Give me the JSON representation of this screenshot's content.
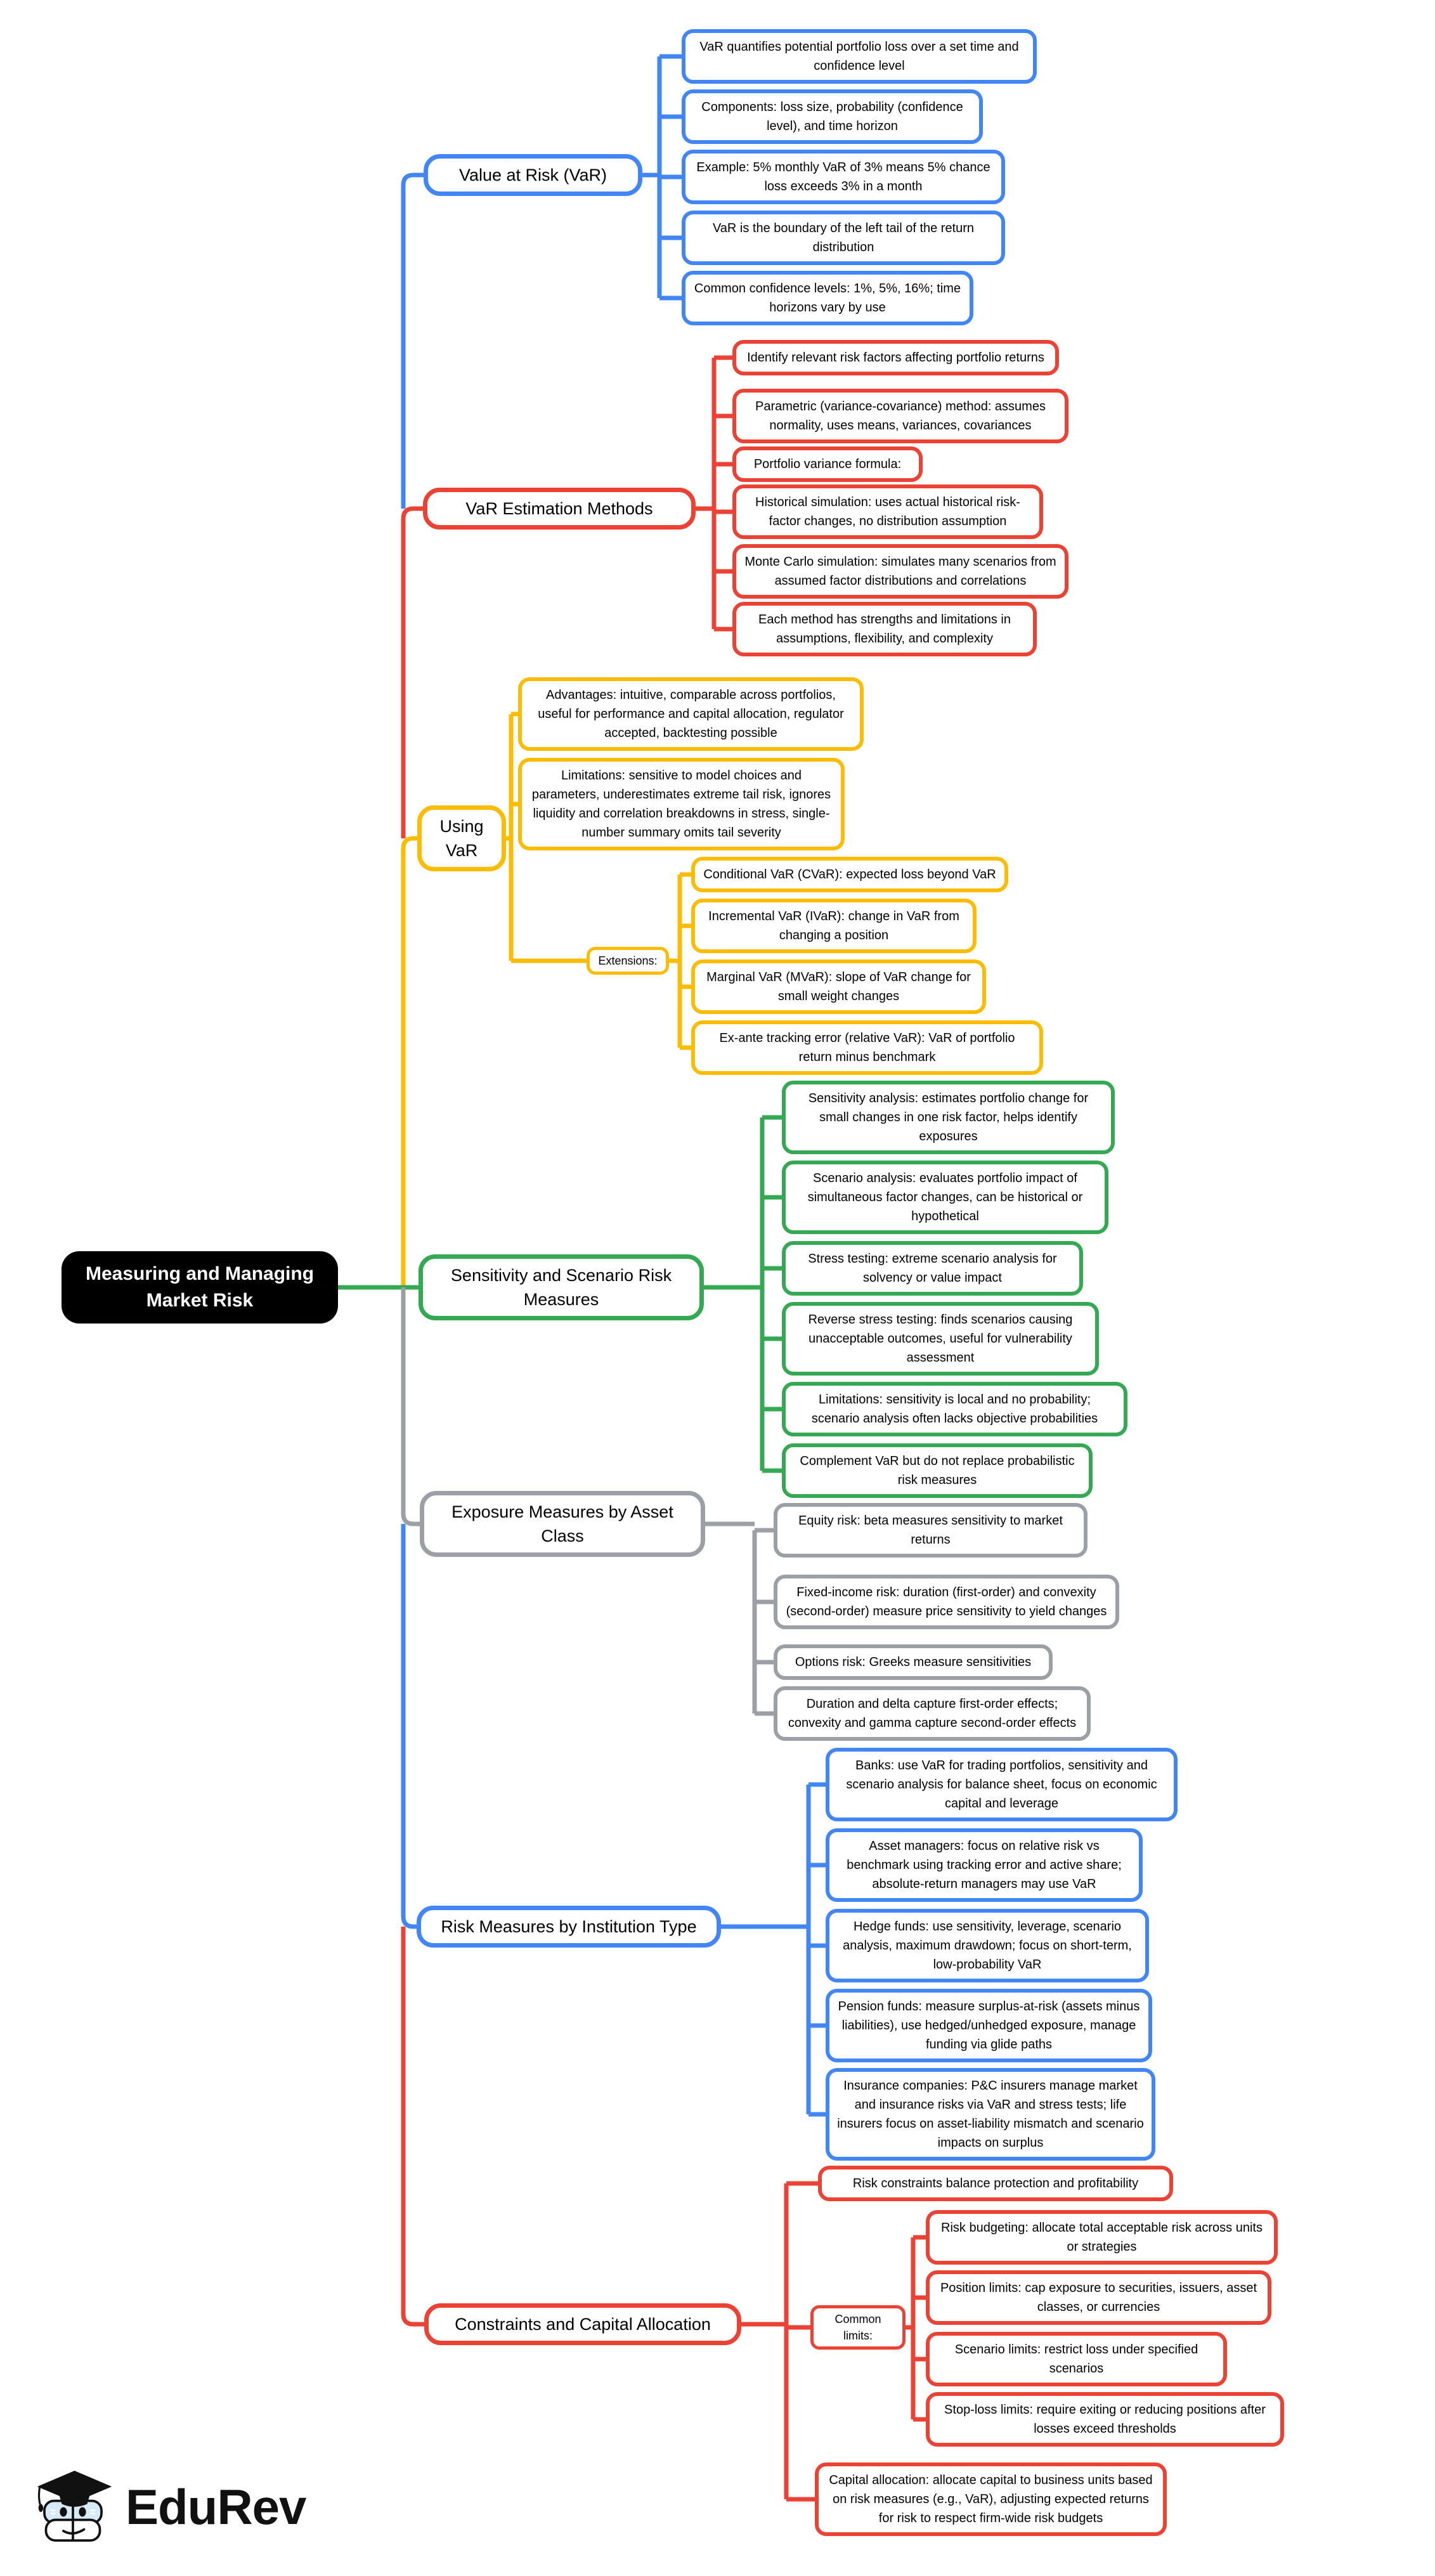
{
  "title": "Measuring and Managing Market Risk",
  "colors": {
    "branch_blue": "#4285F4",
    "branch_red": "#EA4335",
    "branch_yellow": "#FBBC05",
    "branch_green": "#34A853",
    "branch_gray": "#9AA0A6",
    "central_bg": "#000000",
    "central_text": "#FFFFFF"
  },
  "branches": {
    "var": {
      "label": "Value at Risk (VaR)",
      "items": [
        "VaR quantifies potential portfolio loss over a set time and confidence level",
        "Components: loss size, probability (confidence level), and time horizon",
        "Example: 5% monthly VaR of 3% means 5% chance loss exceeds 3% in a month",
        "VaR is the boundary of the left tail of the return distribution",
        "Common confidence levels: 1%, 5%, 16%; time horizons vary by use"
      ]
    },
    "estimation": {
      "label": "VaR Estimation Methods",
      "items": [
        "Identify relevant risk factors affecting portfolio returns",
        "Parametric (variance-covariance) method: assumes normality, uses means, variances, covariances",
        "Portfolio variance formula:",
        "Historical simulation: uses actual historical risk-factor changes, no distribution assumption",
        "Monte Carlo simulation: simulates many scenarios from assumed factor distributions and correlations",
        "Each method has strengths and limitations in assumptions, flexibility, and complexity"
      ]
    },
    "using": {
      "label": "Using VaR",
      "items": [
        "Advantages: intuitive, comparable across portfolios, useful for performance and capital allocation, regulator accepted, backtesting possible",
        "Limitations: sensitive to model choices and parameters, underestimates extreme tail risk, ignores liquidity and correlation breakdowns in stress, single-number summary omits tail severity"
      ],
      "extensions": {
        "label": "Extensions:",
        "items": [
          "Conditional VaR (CVaR): expected loss beyond VaR",
          "Incremental VaR (IVaR): change in VaR from changing a position",
          "Marginal VaR (MVaR): slope of VaR change for small weight changes",
          "Ex-ante tracking error (relative VaR): VaR of portfolio return minus benchmark"
        ]
      }
    },
    "sensitivity": {
      "label": "Sensitivity and Scenario Risk Measures",
      "items": [
        "Sensitivity analysis: estimates portfolio change for small changes in one risk factor, helps identify exposures",
        "Scenario analysis: evaluates portfolio impact of simultaneous factor changes, can be historical or hypothetical",
        "Stress testing: extreme scenario analysis for solvency or value impact",
        "Reverse stress testing: finds scenarios causing unacceptable outcomes, useful for vulnerability assessment",
        "Limitations: sensitivity is local and no probability; scenario analysis often lacks objective probabilities",
        "Complement VaR but do not replace probabilistic risk measures"
      ]
    },
    "exposure": {
      "label": "Exposure Measures by Asset Class",
      "items": [
        "Equity risk: beta measures sensitivity to market returns",
        "Fixed-income risk: duration (first-order) and convexity (second-order) measure price sensitivity to yield changes",
        "Options risk: Greeks measure sensitivities",
        "Duration and delta capture first-order effects; convexity and gamma capture second-order effects"
      ]
    },
    "institution": {
      "label": "Risk Measures by Institution Type",
      "items": [
        "Banks: use VaR for trading portfolios, sensitivity and scenario analysis for balance sheet, focus on economic capital and leverage",
        "Asset managers: focus on relative risk vs benchmark using tracking error and active share; absolute-return managers may use VaR",
        "Hedge funds: use sensitivity, leverage, scenario analysis, maximum drawdown; focus on short-term, low-probability VaR",
        "Pension funds: measure surplus-at-risk (assets minus liabilities), use hedged/unhedged exposure, manage funding via glide paths",
        "Insurance companies: P&C insurers manage market and insurance risks via VaR and stress tests; life insurers focus on asset-liability mismatch and scenario impacts on surplus"
      ]
    },
    "constraints": {
      "label": "Constraints and Capital Allocation",
      "items": [
        "Risk constraints balance protection and profitability"
      ],
      "common_limits": {
        "label": "Common limits:",
        "items": [
          "Risk budgeting: allocate total acceptable risk across units or strategies",
          "Position limits: cap exposure to securities, issuers, asset classes, or currencies",
          "Scenario limits: restrict loss under specified scenarios",
          "Stop-loss limits: require exiting or reducing positions after losses exceed thresholds"
        ]
      },
      "capital": "Capital allocation: allocate capital to business units based on risk measures (e.g., VaR), adjusting expected returns for risk to respect firm-wide risk budgets"
    }
  },
  "logo": {
    "text": "EduRev"
  }
}
